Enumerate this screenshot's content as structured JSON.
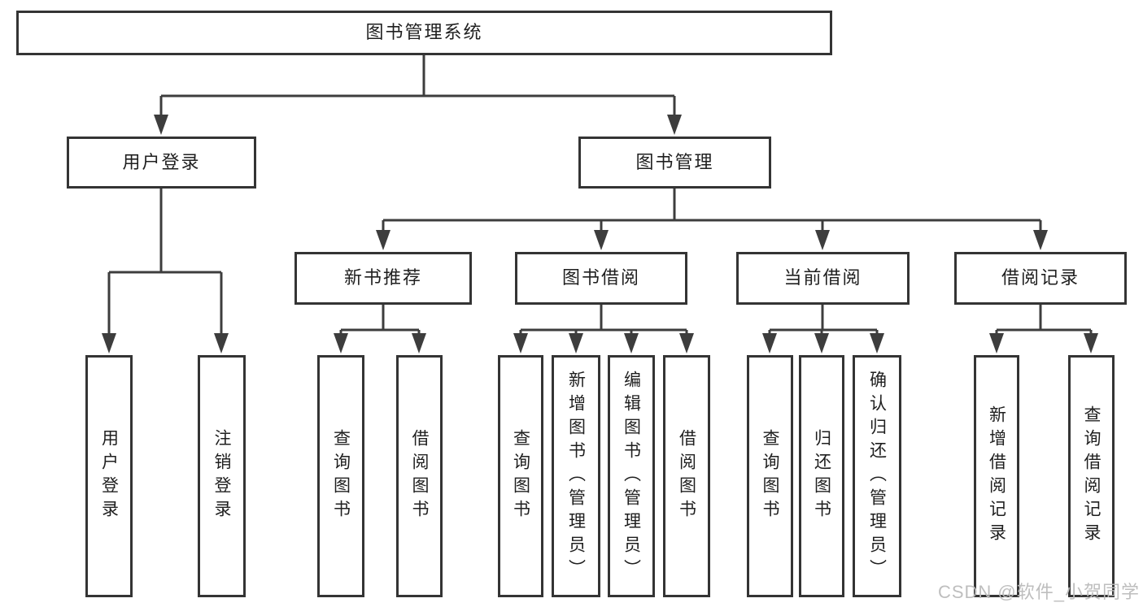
{
  "tree": {
    "label": "图书管理系统",
    "children": [
      {
        "label": "用户登录",
        "children": [
          {
            "label": "用户登录"
          },
          {
            "label": "注销登录"
          }
        ]
      },
      {
        "label": "图书管理",
        "children": [
          {
            "label": "新书推荐",
            "children": [
              {
                "label": "查询图书"
              },
              {
                "label": "借阅图书"
              }
            ]
          },
          {
            "label": "图书借阅",
            "children": [
              {
                "label": "查询图书"
              },
              {
                "label": "新增图书（管理员）"
              },
              {
                "label": "编辑图书（管理员）"
              },
              {
                "label": "借阅图书"
              }
            ]
          },
          {
            "label": "当前借阅",
            "children": [
              {
                "label": "查询图书"
              },
              {
                "label": "归还图书"
              },
              {
                "label": "确认归还（管理员）"
              }
            ]
          },
          {
            "label": "借阅记录",
            "children": [
              {
                "label": "新增借阅记录"
              },
              {
                "label": "查询借阅记录"
              }
            ]
          }
        ]
      }
    ]
  },
  "watermark": {
    "text": "CSDN @软件_小贺同学",
    "color": "#bababa"
  },
  "colors": {
    "line": "#3d3d3d",
    "border": "#343434",
    "background": "#ffffff",
    "text": "#1f1f1f"
  }
}
